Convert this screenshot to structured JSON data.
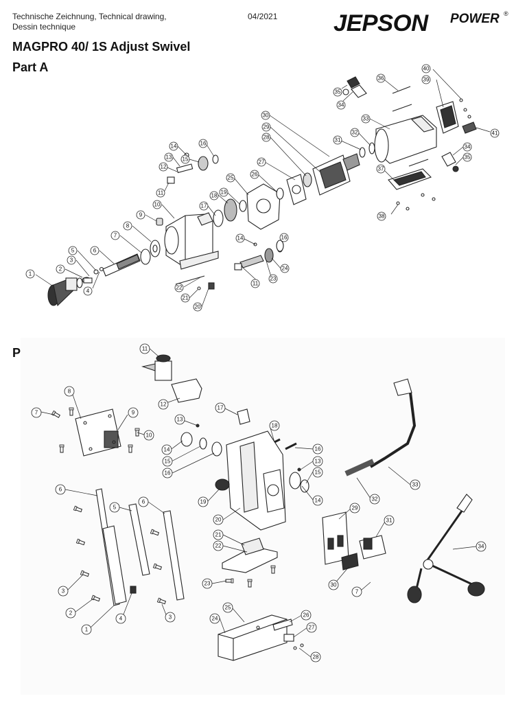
{
  "header": {
    "line1": "Technische Zeichnung, Technical drawing,",
    "line2": "Dessin technique",
    "date": "04/2021"
  },
  "logo": {
    "brand": "JEPSON",
    "sub": "POWER",
    "reg": "®"
  },
  "document": {
    "title": "MAGPRO 40/ 1S Adjust Swivel"
  },
  "part_a": {
    "title": "Part A",
    "callouts": [
      "1",
      "2",
      "3",
      "4",
      "5",
      "6",
      "7",
      "8",
      "9",
      "10",
      "11",
      "12",
      "13",
      "14",
      "15",
      "16",
      "17",
      "18",
      "19",
      "20",
      "21",
      "22",
      "23",
      "24",
      "25",
      "26",
      "27",
      "28",
      "29",
      "30",
      "31",
      "32",
      "33",
      "34",
      "35",
      "36",
      "37",
      "38",
      "39",
      "40",
      "41",
      "11",
      "14",
      "16",
      "34",
      "35"
    ]
  },
  "part_b": {
    "title": "Part B",
    "callouts": [
      "1",
      "2",
      "3",
      "4",
      "5",
      "6",
      "6",
      "7",
      "8",
      "9",
      "10",
      "11",
      "12",
      "13",
      "13",
      "14",
      "14",
      "15",
      "15",
      "16",
      "16",
      "17",
      "18",
      "19",
      "20",
      "21",
      "22",
      "23",
      "24",
      "25",
      "26",
      "27",
      "28",
      "29",
      "30",
      "31",
      "32",
      "33",
      "34",
      "3",
      "7"
    ]
  }
}
